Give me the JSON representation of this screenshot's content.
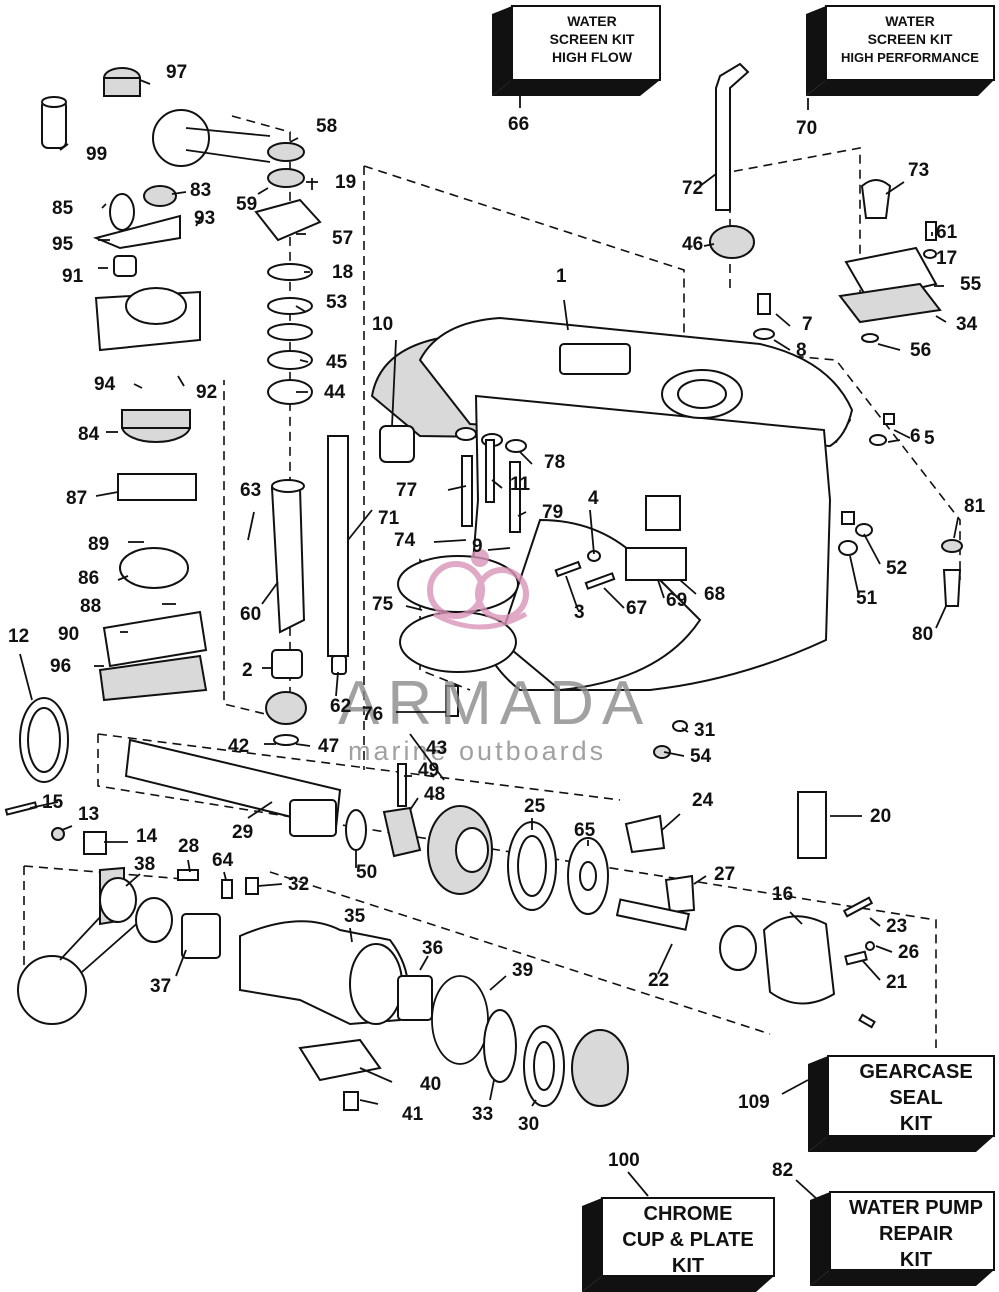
{
  "kits": {
    "water_screen_high_flow": {
      "lines": [
        "WATER",
        "SCREEN KIT",
        "HIGH FLOW"
      ],
      "number": "66"
    },
    "water_screen_high_perf": {
      "lines": [
        "WATER",
        "SCREEN KIT",
        "HIGH PERFORMANCE"
      ],
      "number": "70"
    },
    "gearcase_seal": {
      "lines": [
        "GEARCASE",
        "SEAL",
        "KIT"
      ],
      "number": "109"
    },
    "chrome_cup_plate": {
      "lines": [
        "CHROME",
        "CUP & PLATE",
        "KIT"
      ],
      "number": "100"
    },
    "water_pump_repair": {
      "lines": [
        "WATER PUMP",
        "REPAIR",
        "KIT"
      ],
      "number": "82"
    }
  },
  "watermark": {
    "brand": "ARMADA",
    "tagline": "marine outboards"
  },
  "callouts": [
    "97",
    "99",
    "58",
    "19",
    "59",
    "83",
    "85",
    "93",
    "95",
    "57",
    "91",
    "18",
    "53",
    "45",
    "44",
    "92",
    "94",
    "84",
    "10",
    "87",
    "63",
    "71",
    "89",
    "86",
    "88",
    "60",
    "90",
    "12",
    "96",
    "2",
    "62",
    "42",
    "47",
    "15",
    "13",
    "14",
    "28",
    "64",
    "38",
    "37",
    "32",
    "29",
    "50",
    "49",
    "48",
    "43",
    "35",
    "36",
    "39",
    "33",
    "30",
    "40",
    "41",
    "1",
    "72",
    "46",
    "73",
    "61",
    "17",
    "55",
    "34",
    "7",
    "8",
    "56",
    "5",
    "6",
    "81",
    "78",
    "77",
    "11",
    "79",
    "4",
    "9",
    "74",
    "75",
    "3",
    "67",
    "69",
    "68",
    "52",
    "51",
    "80",
    "76",
    "31",
    "54",
    "25",
    "65",
    "24",
    "20",
    "27",
    "16",
    "23",
    "26",
    "21",
    "22"
  ]
}
